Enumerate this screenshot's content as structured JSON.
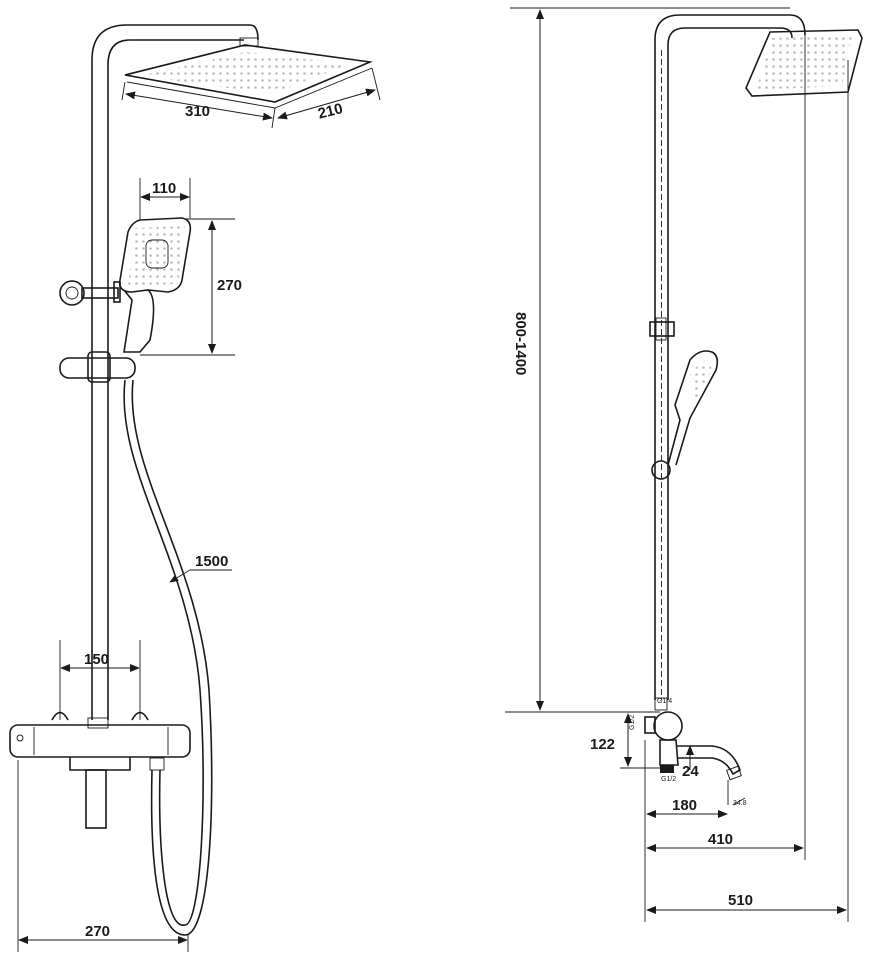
{
  "left_view": {
    "head_width": "310",
    "head_depth": "210",
    "hand_width": "110",
    "hand_height": "270",
    "hose_length": "1500",
    "inlet_spacing": "150",
    "mixer_width": "270"
  },
  "right_view": {
    "height_range": "800-1400",
    "mixer_height": "122",
    "spout_diameter": "24",
    "spout_reach": "180",
    "pipe_reach": "410",
    "head_reach": "510",
    "thread_side": "G1/2",
    "thread_bottom": "G1/2",
    "thread_top": "G1/4",
    "spout_angle": "34.8"
  },
  "colors": {
    "line": "#1a1a1a",
    "background": "#ffffff"
  }
}
